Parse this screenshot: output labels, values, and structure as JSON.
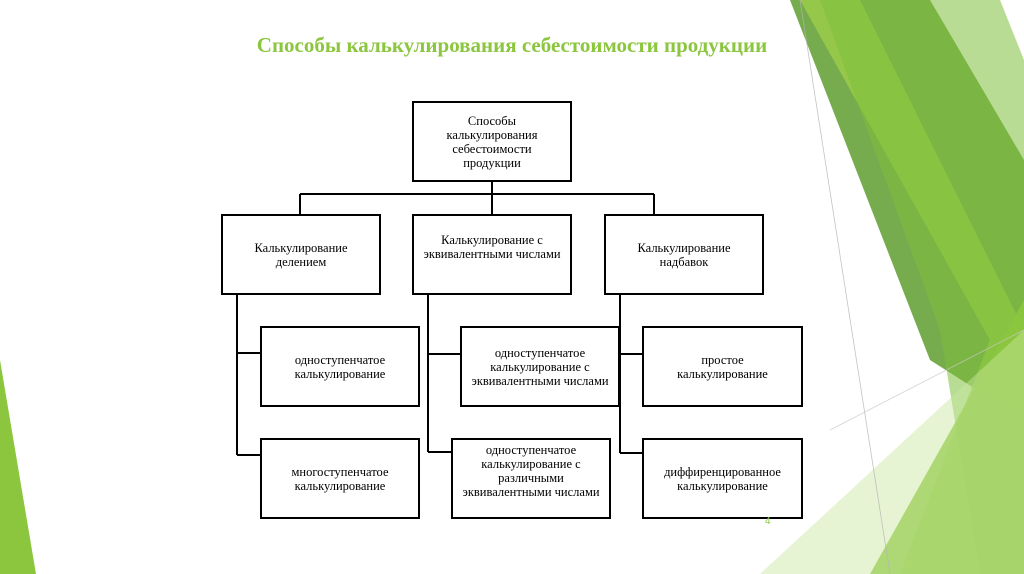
{
  "title": "Способы калькулирования себестоимости продукции",
  "slide_number": "4",
  "colors": {
    "title": "#8cc63f",
    "accent_light": "#9fd14a",
    "accent_dark": "#5f9e2f",
    "accent_mid": "#7fbf3c",
    "slide_number": "#8cc63f"
  },
  "root": {
    "label": "Способы калькулирования себестоимости продукции"
  },
  "groups": [
    {
      "label": "Калькулирование делением",
      "items": [
        "одноступенчатое калькулирование",
        "многоступенчатое калькулирование"
      ]
    },
    {
      "label": "Калькулирование с эквивалентными числами",
      "items": [
        "одноступенчатое калькулирование с эквивалентными числами",
        "одноступенчатое калькулирование с различными эквивалентными числами"
      ]
    },
    {
      "label": "Калькулирование надбавок",
      "items": [
        "простое калькулирование",
        "диффиренцированное калькулирование"
      ]
    }
  ]
}
